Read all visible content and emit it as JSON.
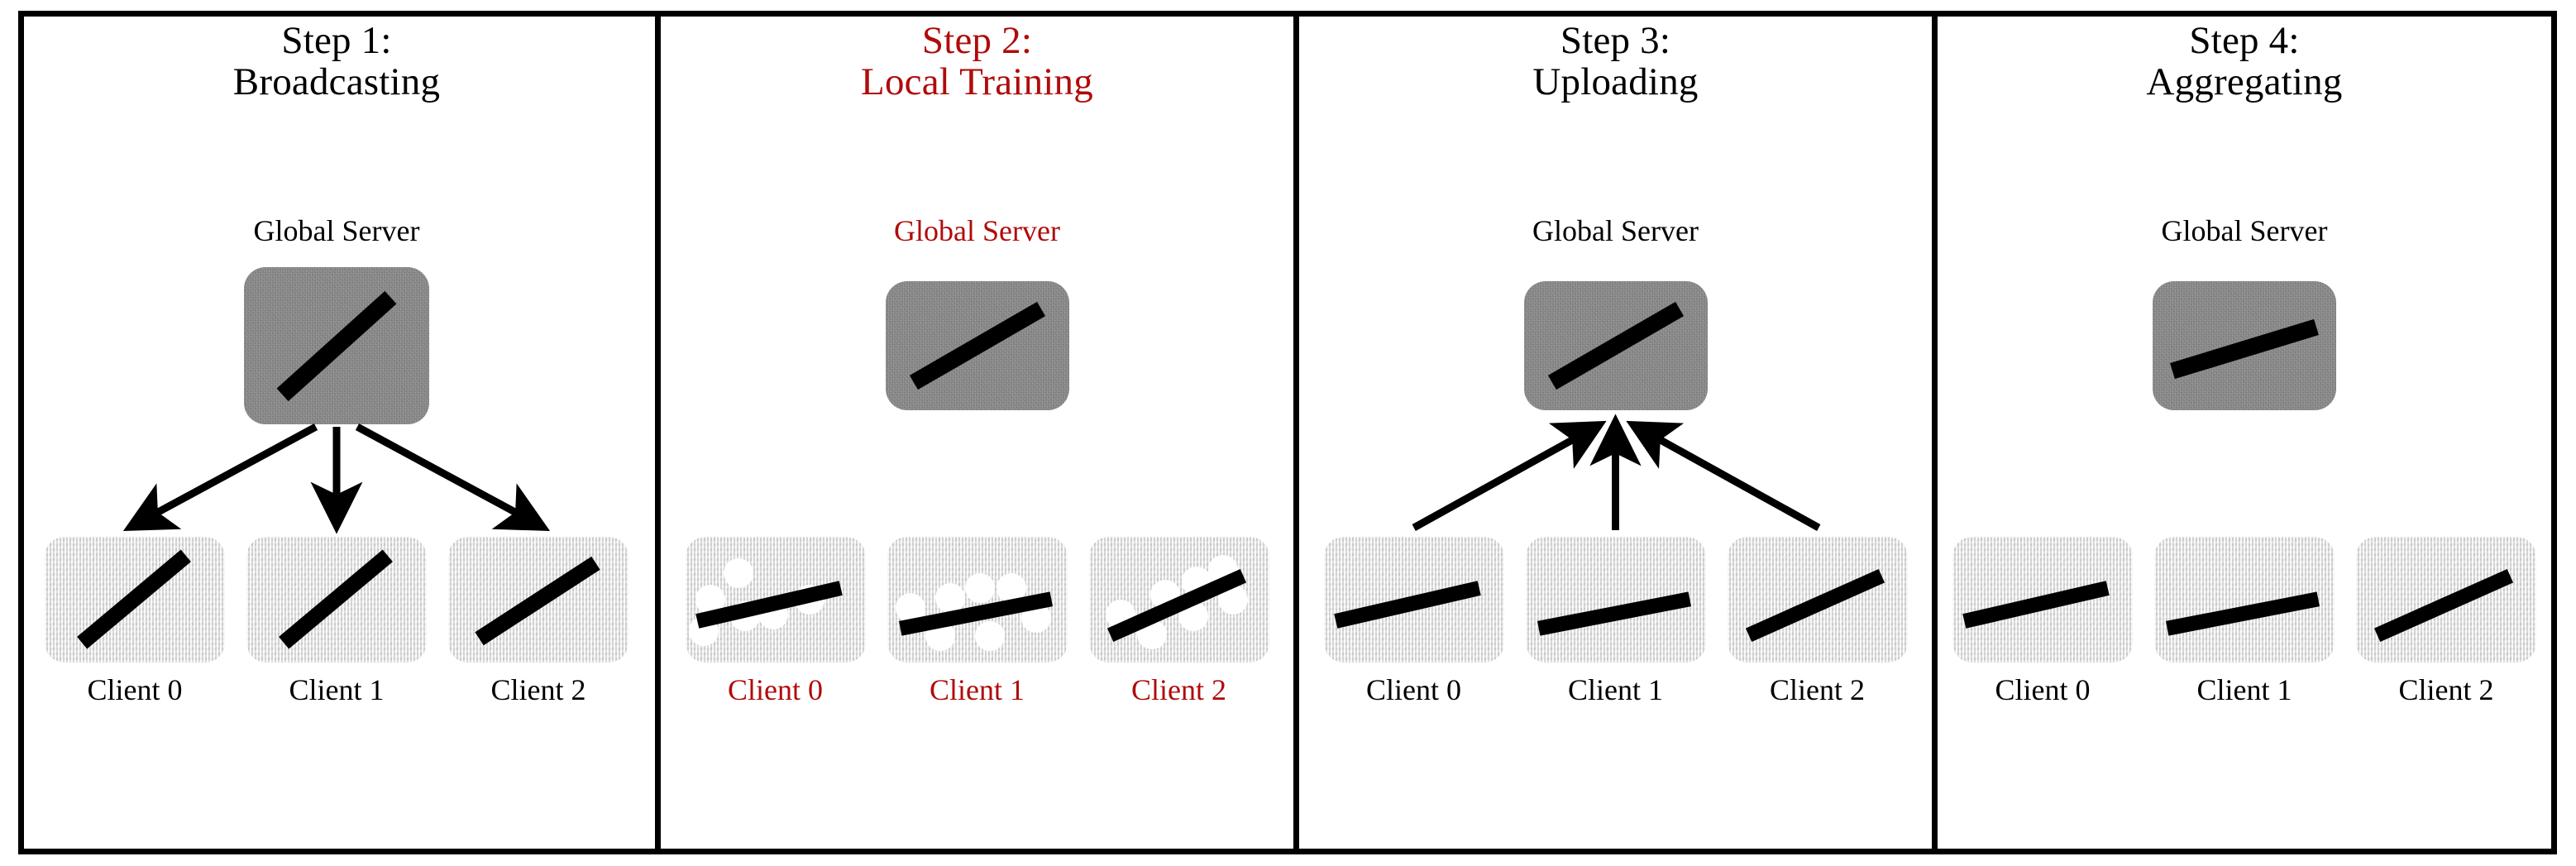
{
  "figure": {
    "type": "federated-learning-4-step-diagram",
    "background": "#ffffff",
    "frame_color": "#000000",
    "highlight_color": "#b00b0b",
    "server_box_color": "#8b8b8b",
    "client_box_color": "#e2e2e2",
    "model_line_color": "#000000",
    "data_point_color": "#ffffff"
  },
  "panels": [
    {
      "id": "step-1",
      "title_line1": "Step 1:",
      "title_line2": "Broadcasting",
      "highlighted": false,
      "server_label": "Global Server",
      "server_line_slope": "steep-up",
      "arrows": "down-from-server-to-clients",
      "clients": [
        {
          "label": "Client 0",
          "line_slope": "steep-up",
          "dots": []
        },
        {
          "label": "Client 1",
          "line_slope": "steep-up",
          "dots": []
        },
        {
          "label": "Client 2",
          "line_slope": "steep-up",
          "dots": []
        }
      ]
    },
    {
      "id": "step-2",
      "title_line1": "Step 2:",
      "title_line2": "Local Training",
      "highlighted": true,
      "server_label": "Global Server",
      "server_line_slope": "medium-up",
      "arrows": "none",
      "clients": [
        {
          "label": "Client 0",
          "line_slope": "shallow-up",
          "dots": [
            [
              30,
              76
            ],
            [
              62,
              46
            ],
            [
              70,
              96
            ],
            [
              104,
              92
            ],
            [
              22,
              108
            ]
          ]
        },
        {
          "label": "Client 1",
          "line_slope": "shallow-up",
          "dots": [
            [
              28,
              74
            ],
            [
              66,
              62
            ],
            [
              100,
              48
            ],
            [
              132,
              50
            ],
            [
              66,
              110
            ],
            [
              112,
              108
            ],
            [
              160,
              92
            ]
          ]
        },
        {
          "label": "Client 2",
          "line_slope": "medium-up",
          "dots": [
            [
              38,
              78
            ],
            [
              84,
              60
            ],
            [
              122,
              46
            ],
            [
              152,
              36
            ],
            [
              164,
              66
            ],
            [
              118,
              82
            ],
            [
              78,
              102
            ]
          ]
        }
      ]
    },
    {
      "id": "step-3",
      "title_line1": "Step 3:",
      "title_line2": "Uploading",
      "highlighted": false,
      "server_label": "Global Server",
      "server_line_slope": "medium-up",
      "arrows": "up-from-clients-to-server",
      "clients": [
        {
          "label": "Client 0",
          "line_slope": "shallow-up",
          "dots": []
        },
        {
          "label": "Client 1",
          "line_slope": "shallow-up",
          "dots": []
        },
        {
          "label": "Client 2",
          "line_slope": "medium-up",
          "dots": []
        }
      ]
    },
    {
      "id": "step-4",
      "title_line1": "Step 4:",
      "title_line2": "Aggregating",
      "highlighted": false,
      "server_label": "Global Server",
      "server_line_slope": "shallow-up",
      "arrows": "none",
      "clients": [
        {
          "label": "Client 0",
          "line_slope": "shallow-up",
          "dots": []
        },
        {
          "label": "Client 1",
          "line_slope": "shallow-up",
          "dots": []
        },
        {
          "label": "Client 2",
          "line_slope": "medium-up",
          "dots": []
        }
      ]
    }
  ]
}
